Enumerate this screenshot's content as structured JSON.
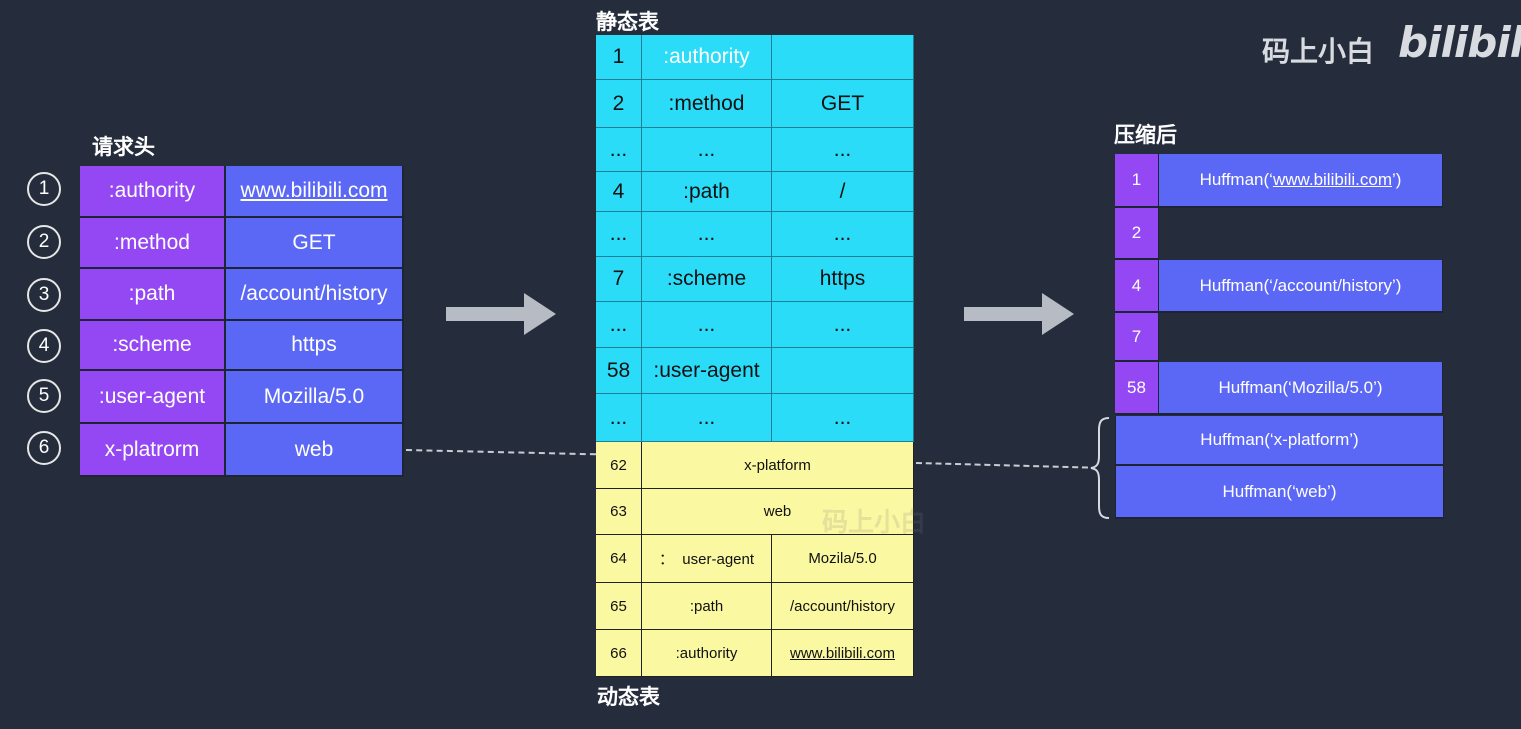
{
  "watermark": {
    "text": "码上小白",
    "brand": "bilibili",
    "overlay_text": "码上小白"
  },
  "request": {
    "title": "请求头",
    "rows": [
      {
        "num": "1",
        "name": ":authority",
        "value": "www.bilibili.com"
      },
      {
        "num": "2",
        "name": ":method",
        "value": "GET"
      },
      {
        "num": "3",
        "name": ":path",
        "value": "/account/history"
      },
      {
        "num": "4",
        "name": ":scheme",
        "value": "https"
      },
      {
        "num": "5",
        "name": ":user-agent",
        "value": "Mozilla/5.0"
      },
      {
        "num": "6",
        "name": "x-platrorm",
        "value": "web"
      }
    ]
  },
  "static_table": {
    "title": "静态表",
    "rows": [
      {
        "idx": "1",
        "name": ":authority",
        "value": ""
      },
      {
        "idx": "2",
        "name": ":method",
        "value": "GET"
      },
      {
        "idx": "...",
        "name": "...",
        "value": "..."
      },
      {
        "idx": "4",
        "name": ":path",
        "value": "/"
      },
      {
        "idx": "...",
        "name": "...",
        "value": "..."
      },
      {
        "idx": "7",
        "name": ":scheme",
        "value": "https"
      },
      {
        "idx": "...",
        "name": "...",
        "value": "..."
      },
      {
        "idx": "58",
        "name": ":user-agent",
        "value": ""
      },
      {
        "idx": "...",
        "name": "...",
        "value": "..."
      }
    ]
  },
  "dynamic_table": {
    "title": "动态表",
    "rows": [
      {
        "idx": "62",
        "name": "x-platform",
        "value": ""
      },
      {
        "idx": "63",
        "name": "web",
        "value": ""
      },
      {
        "idx": "64",
        "name": "：  user-agent",
        "value": "Mozila/5.0"
      },
      {
        "idx": "65",
        "name": ":path",
        "value": "/account/history"
      },
      {
        "idx": "66",
        "name": ":authority",
        "value": "www.bilibili.com"
      }
    ]
  },
  "compressed": {
    "title": "压缩后",
    "rows": [
      {
        "idx": "1",
        "prefix": "Huffman(‘",
        "link": "www.bilibili.com",
        "suffix": "’)"
      },
      {
        "idx": "2",
        "text": ""
      },
      {
        "idx": "4",
        "text": "Huffman(‘/account/history’)"
      },
      {
        "idx": "7",
        "text": ""
      },
      {
        "idx": "58",
        "text": "Huffman(‘Mozilla/5.0’)"
      }
    ],
    "literals": [
      "Huffman(‘x-platform’)",
      "Huffman(‘web’)"
    ]
  },
  "colors": {
    "background": "#252d3d",
    "header_name": "#9448f3",
    "header_value": "#5b68f5",
    "static": "#2adcf8",
    "dynamic": "#fbf8a2"
  }
}
